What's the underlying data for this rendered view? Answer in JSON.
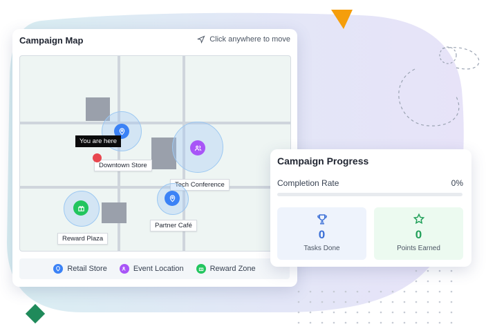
{
  "colors": {
    "retail": "#3b82f6",
    "event": "#a855f7",
    "reward": "#22c55e",
    "you_dot": "#e8474f",
    "accent_triangle": "#f59e0b",
    "accent_diamond": "#1f8a5a"
  },
  "map_card": {
    "title": "Campaign Map",
    "hint": "Click anywhere to move",
    "hint_icon": "navigation-arrow-icon",
    "you_label": "You are here",
    "locations": [
      {
        "label": "Downtown Store",
        "type": "retail",
        "icon": "map-pin-icon"
      },
      {
        "label": "Tech Conference",
        "type": "event",
        "icon": "users-icon"
      },
      {
        "label": "Partner Café",
        "type": "retail",
        "icon": "map-pin-icon"
      },
      {
        "label": "Reward Plaza",
        "type": "reward",
        "icon": "gift-icon"
      }
    ],
    "legend": [
      {
        "label": "Retail Store",
        "icon": "map-pin-icon"
      },
      {
        "label": "Event Location",
        "icon": "users-icon"
      },
      {
        "label": "Reward Zone",
        "icon": "gift-icon"
      }
    ]
  },
  "progress_card": {
    "title": "Campaign Progress",
    "completion_label": "Completion Rate",
    "completion_value": "0%",
    "completion_fraction": 0,
    "tasks": {
      "value": "0",
      "label": "Tasks Done",
      "icon": "trophy-icon"
    },
    "points": {
      "value": "0",
      "label": "Points Earned",
      "icon": "star-icon"
    }
  }
}
